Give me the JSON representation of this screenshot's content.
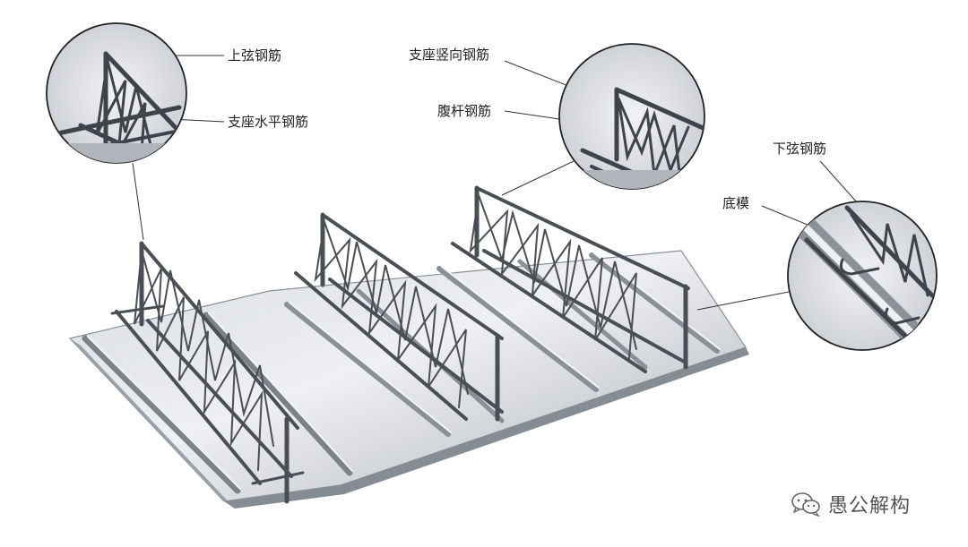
{
  "labels": {
    "top_chord": "上弦钢筋",
    "support_horizontal": "支座水平钢筋",
    "support_vertical": "支座竖向钢筋",
    "web_bar": "腹杆钢筋",
    "bottom_chord": "下弦钢筋",
    "bottom_form": "底模"
  },
  "watermark": {
    "text": "愚公解构",
    "icon": "wechat-icon"
  },
  "colors": {
    "steel_light": "#e6e9ed",
    "steel_mid": "#b9bec5",
    "steel_dark": "#6f757d",
    "rebar": "#4a4f56",
    "leader": "#333333"
  }
}
